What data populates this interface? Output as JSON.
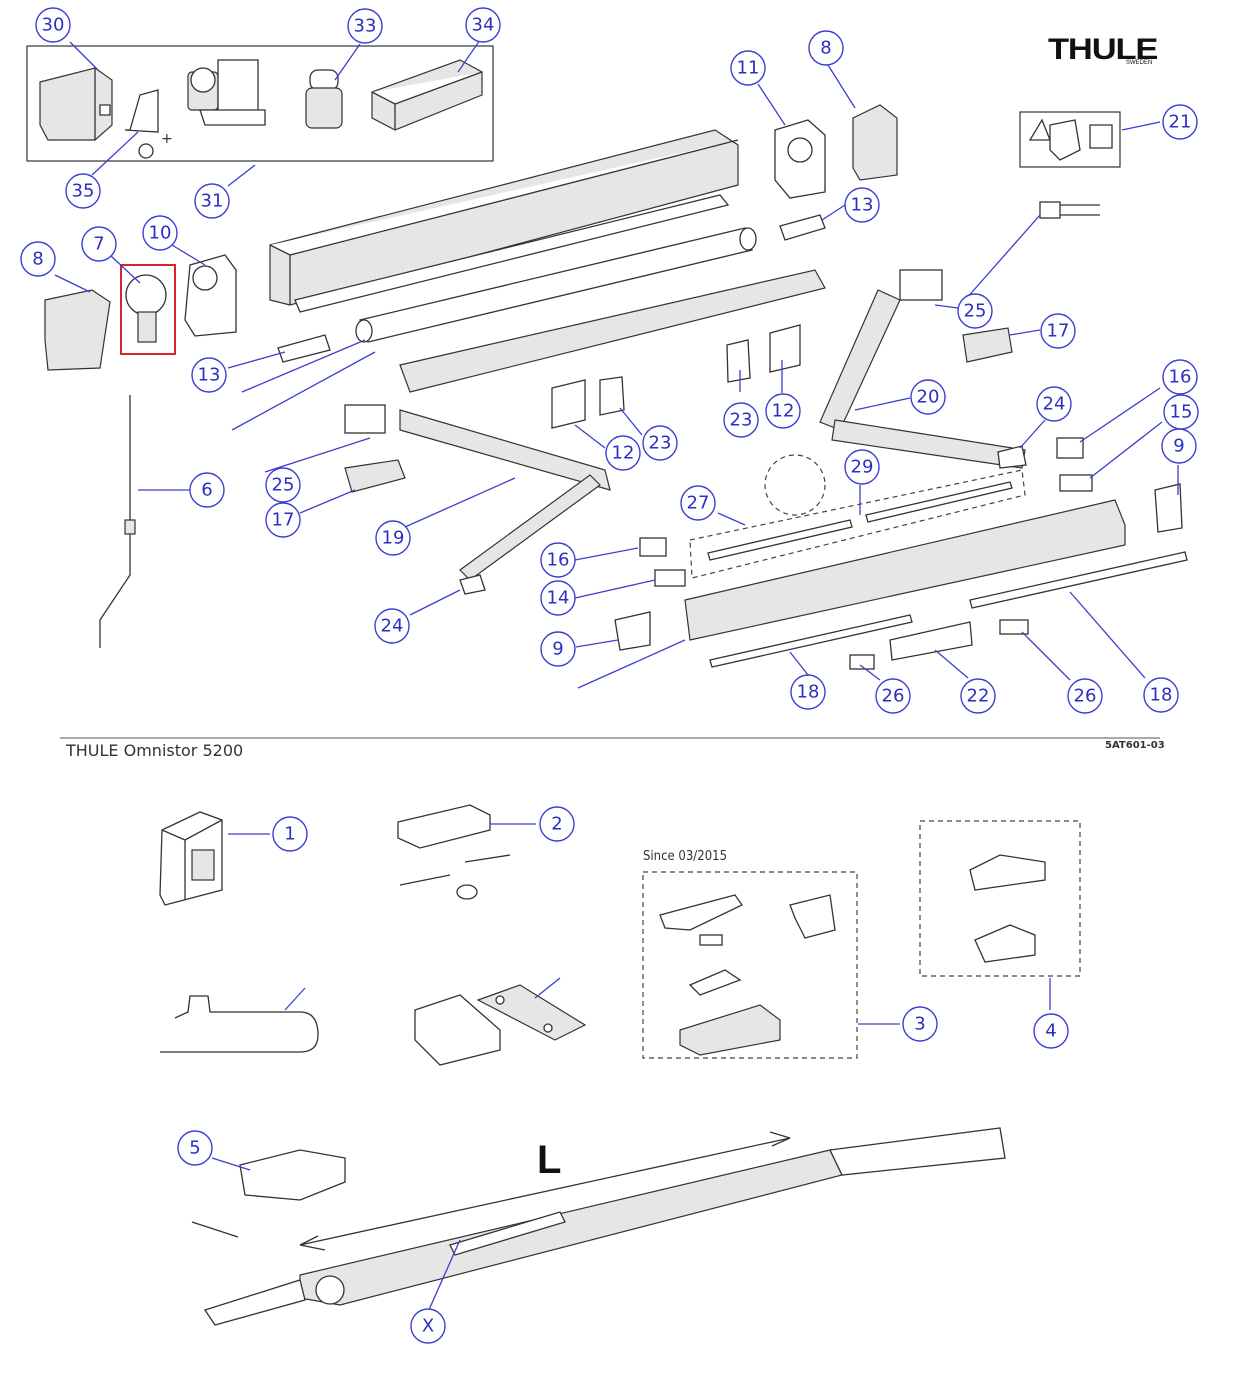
{
  "brand": {
    "logo": "THULE",
    "logo_sub": "SWEDEN"
  },
  "diagram_title": "THULE Omnistor 5200",
  "doc_number": "5AT601-03",
  "since_label": "Since 03/2015",
  "dimension_label": "L",
  "callouts": [
    {
      "id": "c30",
      "label": "30"
    },
    {
      "id": "c33",
      "label": "33"
    },
    {
      "id": "c34",
      "label": "34"
    },
    {
      "id": "c35",
      "label": "35"
    },
    {
      "id": "c31",
      "label": "31"
    },
    {
      "id": "c11",
      "label": "11"
    },
    {
      "id": "c8a",
      "label": "8"
    },
    {
      "id": "c21",
      "label": "21"
    },
    {
      "id": "c13a",
      "label": "13"
    },
    {
      "id": "c7",
      "label": "7"
    },
    {
      "id": "c10",
      "label": "10"
    },
    {
      "id": "c8b",
      "label": "8"
    },
    {
      "id": "c13b",
      "label": "13"
    },
    {
      "id": "c25a",
      "label": "25"
    },
    {
      "id": "c17a",
      "label": "17"
    },
    {
      "id": "c20",
      "label": "20"
    },
    {
      "id": "c23a",
      "label": "23"
    },
    {
      "id": "c12a",
      "label": "12"
    },
    {
      "id": "c16a",
      "label": "16"
    },
    {
      "id": "c24a",
      "label": "24"
    },
    {
      "id": "c15",
      "label": "15"
    },
    {
      "id": "c9a",
      "label": "9"
    },
    {
      "id": "c6",
      "label": "6"
    },
    {
      "id": "c12b",
      "label": "12"
    },
    {
      "id": "c23b",
      "label": "23"
    },
    {
      "id": "c29",
      "label": "29"
    },
    {
      "id": "c25b",
      "label": "25"
    },
    {
      "id": "c17b",
      "label": "17"
    },
    {
      "id": "c19",
      "label": "19"
    },
    {
      "id": "c27",
      "label": "27"
    },
    {
      "id": "c16b",
      "label": "16"
    },
    {
      "id": "c14",
      "label": "14"
    },
    {
      "id": "c24b",
      "label": "24"
    },
    {
      "id": "c9b",
      "label": "9"
    },
    {
      "id": "c18a",
      "label": "18"
    },
    {
      "id": "c26a",
      "label": "26"
    },
    {
      "id": "c22",
      "label": "22"
    },
    {
      "id": "c26b",
      "label": "26"
    },
    {
      "id": "c18b",
      "label": "18"
    },
    {
      "id": "c1",
      "label": "1"
    },
    {
      "id": "c2",
      "label": "2"
    },
    {
      "id": "c3",
      "label": "3"
    },
    {
      "id": "c4",
      "label": "4"
    },
    {
      "id": "c5",
      "label": "5"
    },
    {
      "id": "cX",
      "label": "X"
    }
  ],
  "colors": {
    "callout": "#3a3fd0",
    "highlight": "#d8242a",
    "line": "#333333"
  }
}
